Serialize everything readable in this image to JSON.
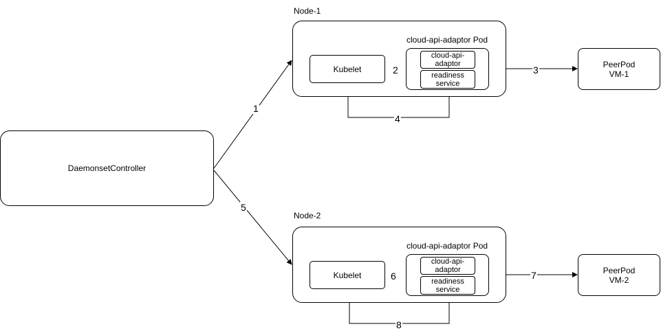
{
  "nodes": {
    "controller": "DaemonsetController",
    "node1": {
      "title": "Node-1",
      "pod_title": "cloud-api-adaptor Pod",
      "kubelet": "Kubelet",
      "caa": "cloud-api-adaptor",
      "readiness": "readiness service",
      "vm": "PeerPod VM-1"
    },
    "node2": {
      "title": "Node-2",
      "pod_title": "cloud-api-adaptor Pod",
      "kubelet": "Kubelet",
      "caa": "cloud-api-adaptor",
      "readiness": "readiness service",
      "vm": "PeerPod VM-2"
    }
  },
  "edges": [
    "1",
    "2",
    "3",
    "4",
    "5",
    "6",
    "7",
    "8"
  ]
}
